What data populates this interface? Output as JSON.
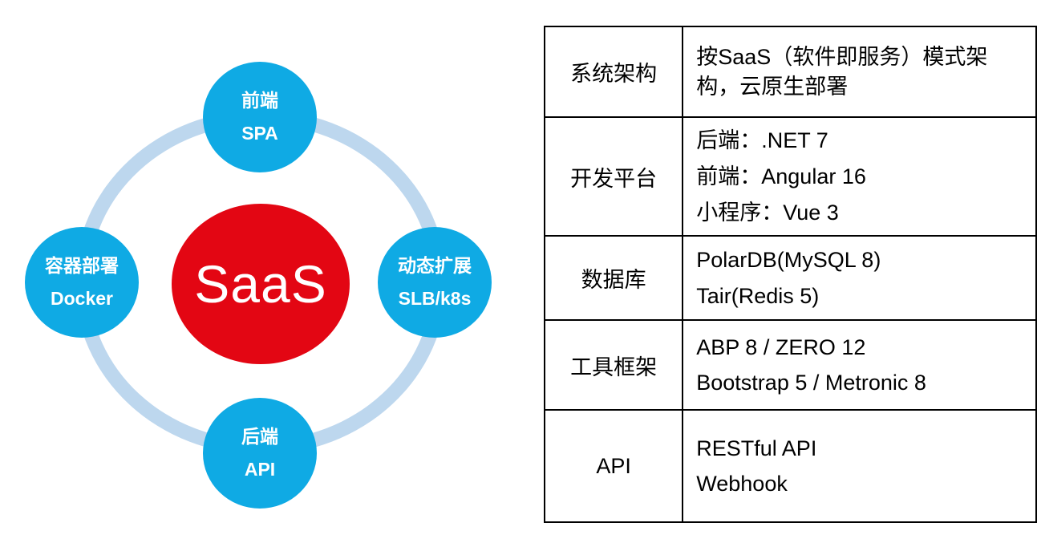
{
  "diagram": {
    "center_label": "SaaS",
    "colors": {
      "node": "#0faae4",
      "ring": "#bdd7ee",
      "center": "#e30613"
    },
    "nodes": [
      {
        "id": "frontend",
        "label": "前端",
        "sublabel": "SPA"
      },
      {
        "id": "scaling",
        "label": "动态扩展",
        "sublabel": "SLB/k8s"
      },
      {
        "id": "backend",
        "label": "后端",
        "sublabel": "API"
      },
      {
        "id": "container",
        "label": "容器部署",
        "sublabel": "Docker"
      }
    ]
  },
  "table": {
    "rows": [
      {
        "label": "系统架构",
        "lines": [
          "按SaaS（软件即服务）模式架",
          "构，云原生部署"
        ]
      },
      {
        "label": "开发平台",
        "lines": [
          "后端：.NET 7",
          "前端：Angular 16",
          "小程序：Vue 3"
        ]
      },
      {
        "label": "数据库",
        "lines": [
          "PolarDB(MySQL 8)",
          "Tair(Redis 5)"
        ]
      },
      {
        "label": "工具框架",
        "lines": [
          "ABP 8 / ZERO 12",
          "Bootstrap 5 / Metronic 8"
        ]
      },
      {
        "label": "API",
        "lines": [
          "RESTful API",
          "Webhook"
        ]
      }
    ]
  }
}
